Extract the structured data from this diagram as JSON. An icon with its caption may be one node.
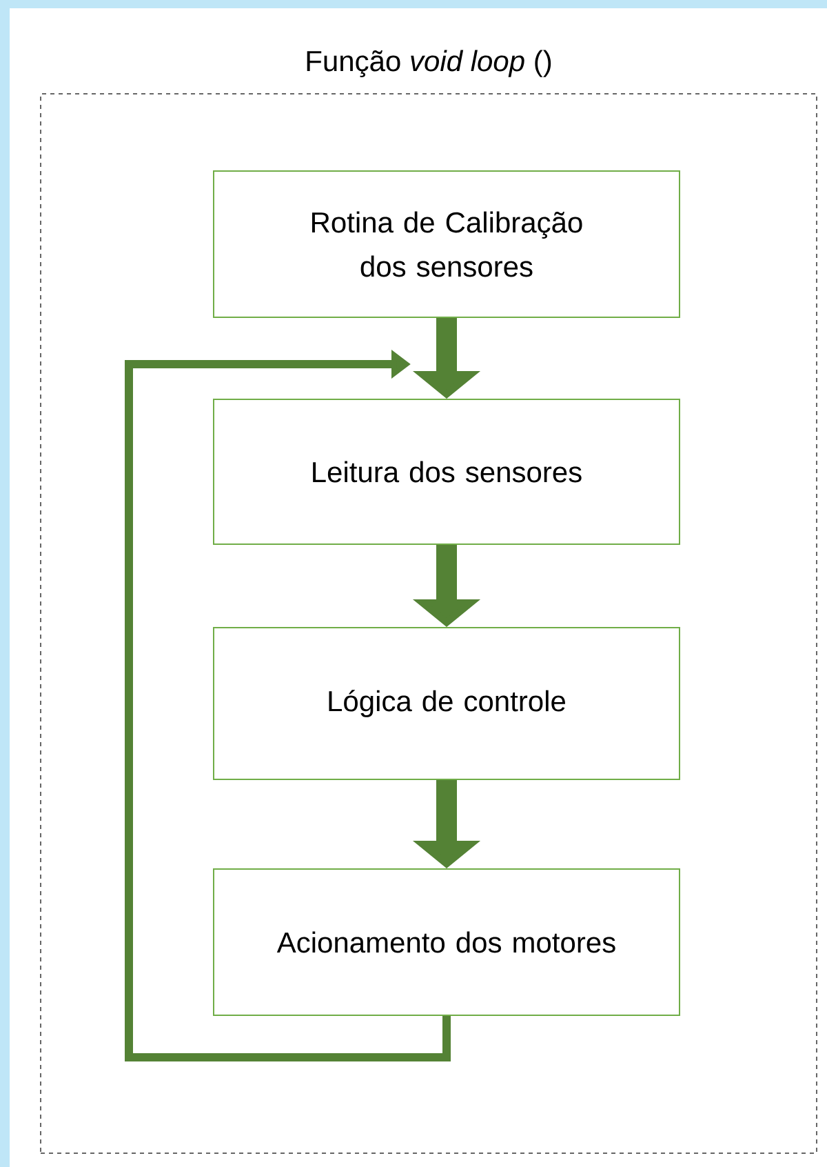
{
  "diagram": {
    "nodes": [
      {
        "text": [
          "Função *void loop* ()"
        ]
      },
      {
        "text": [
          "Rotina de Calibração dos sensores"
        ],
        "in": 0
      },
      {
        "text": [
          "Leitura dos sensores"
        ],
        "in": 0
      },
      {
        "text": [
          "Lógica de controle"
        ],
        "in": 0
      },
      {
        "text": [
          "Acionamento dos motores"
        ],
        "in": 0
      }
    ],
    "edges": [
      {
        "from": 1,
        "to": 2,
        "arrow": "to"
      },
      {
        "from": 2,
        "to": 3,
        "arrow": "to"
      },
      {
        "from": 3,
        "to": 4,
        "arrow": "to"
      },
      {
        "from": 4,
        "to": 2,
        "arrow": "to"
      }
    ]
  }
}
